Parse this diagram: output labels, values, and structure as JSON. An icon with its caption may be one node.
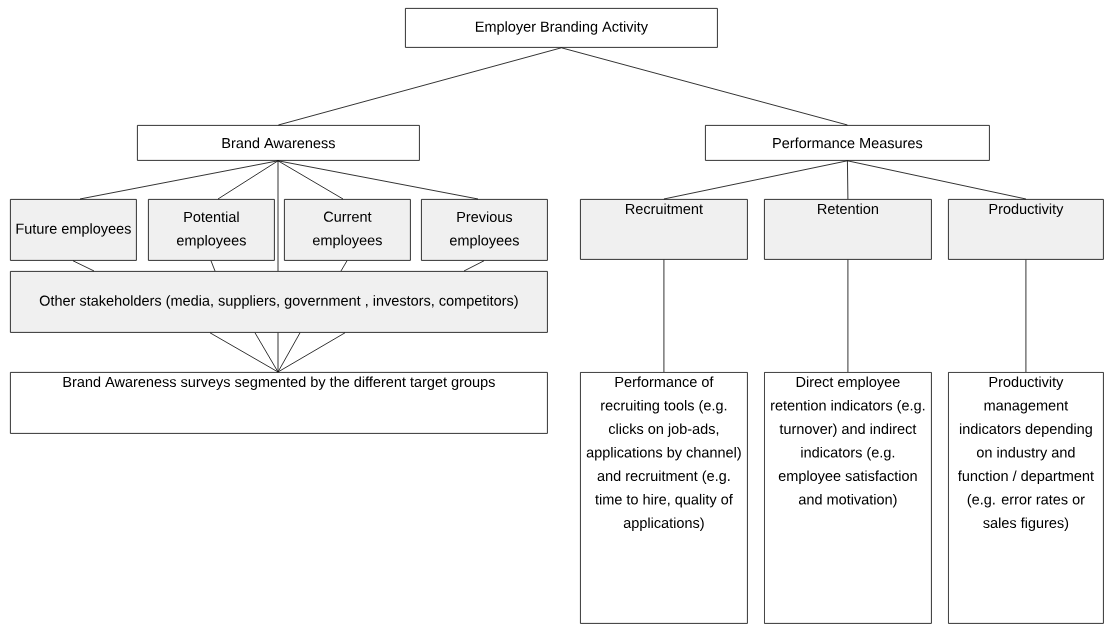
{
  "diagram": {
    "nodes": [
      {
        "text": [
          "Employer Branding Activity"
        ]
      },
      {
        "text": [
          "Brand Awareness"
        ]
      },
      {
        "text": [
          "Performance Measures"
        ]
      },
      {
        "text": [
          "Future employees"
        ]
      },
      {
        "text": [
          "Potential employees"
        ]
      },
      {
        "text": [
          "Current employees"
        ]
      },
      {
        "text": [
          "Previous employees"
        ]
      },
      {
        "text": [
          "Other stakeholders (media, suppliers, government , investors, competitors)"
        ]
      },
      {
        "text": [
          "Brand Awareness surveys segmented by the different target groups"
        ]
      },
      {
        "text": [
          "Recruitment"
        ]
      },
      {
        "text": [
          "Retention"
        ]
      },
      {
        "text": [
          "Productivity"
        ]
      },
      {
        "text": [
          "Performance of recruiting tools (e.g. clicks on job-ads, applications by channel) and recruitment (e.g. time to hire, quality of applications)"
        ]
      },
      {
        "text": [
          "Direct employee retention indicators (e.g. turnover) and indirect indicators (e.g. employee satisfaction and motivation)"
        ]
      },
      {
        "text": [
          "Productivity management indicators depending on industry and function / department (e.g. error rates or sales figures)"
        ]
      }
    ],
    "edges": [
      {
        "from": 0,
        "to": 1,
        "arrow": "none"
      },
      {
        "from": 0,
        "to": 2,
        "arrow": "none"
      },
      {
        "from": 1,
        "to": 3,
        "arrow": "none"
      },
      {
        "from": 1,
        "to": 4,
        "arrow": "none"
      },
      {
        "from": 1,
        "to": 5,
        "arrow": "none"
      },
      {
        "from": 1,
        "to": 6,
        "arrow": "none"
      },
      {
        "from": 1,
        "to": 7,
        "arrow": "none"
      },
      {
        "from": 3,
        "to": 7,
        "arrow": "none"
      },
      {
        "from": 4,
        "to": 7,
        "arrow": "none"
      },
      {
        "from": 5,
        "to": 7,
        "arrow": "none"
      },
      {
        "from": 6,
        "to": 7,
        "arrow": "none"
      },
      {
        "from": 7,
        "to": 8,
        "arrow": "none"
      },
      {
        "from": 7,
        "to": 8,
        "arrow": "none"
      },
      {
        "from": 7,
        "to": 8,
        "arrow": "none"
      },
      {
        "from": 7,
        "to": 8,
        "arrow": "none"
      },
      {
        "from": 7,
        "to": 8,
        "arrow": "none"
      },
      {
        "from": 2,
        "to": 9,
        "arrow": "none"
      },
      {
        "from": 2,
        "to": 10,
        "arrow": "none"
      },
      {
        "from": 2,
        "to": 11,
        "arrow": "none"
      },
      {
        "from": 9,
        "to": 12,
        "arrow": "none"
      },
      {
        "from": 10,
        "to": 13,
        "arrow": "none"
      },
      {
        "from": 11,
        "to": 14,
        "arrow": "none"
      }
    ]
  }
}
